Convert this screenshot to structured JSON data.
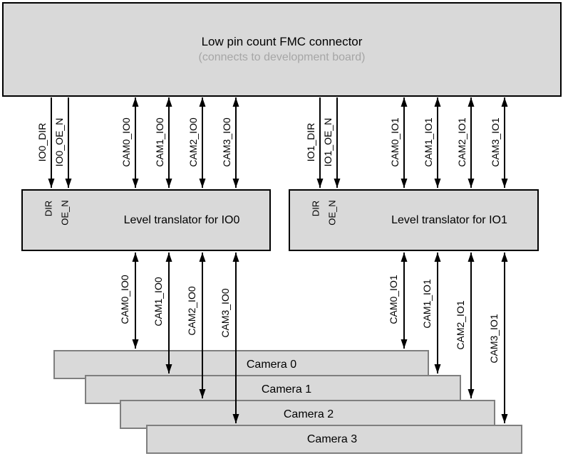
{
  "colors": {
    "box_fill": "#d9d9d9",
    "box_border": "#000000",
    "camera_border": "#7f7f7f",
    "subtitle_text": "#a6a6a6",
    "arrow": "#000000"
  },
  "fmc_connector": {
    "title": "Low pin count FMC connector",
    "subtitle": "(connects to development board)"
  },
  "translators": [
    {
      "title": "Level translator for IO0",
      "dir_pin": "DIR",
      "oe_pin": "OE_N"
    },
    {
      "title": "Level translator for IO1",
      "dir_pin": "DIR",
      "oe_pin": "OE_N"
    }
  ],
  "cameras": [
    "Camera 0",
    "Camera 1",
    "Camera 2",
    "Camera 3"
  ],
  "signals": {
    "fmc_to_io0": [
      "IO0_DIR",
      "IO0_OE_N",
      "CAM0_IO0",
      "CAM1_IO0",
      "CAM2_IO0",
      "CAM3_IO0"
    ],
    "fmc_to_io1": [
      "IO1_DIR",
      "IO1_OE_N",
      "CAM0_IO1",
      "CAM1_IO1",
      "CAM2_IO1",
      "CAM3_IO1"
    ],
    "io0_to_cameras": [
      "CAM0_IO0",
      "CAM1_IO0",
      "CAM2_IO0",
      "CAM3_IO0"
    ],
    "io1_to_cameras": [
      "CAM0_IO1",
      "CAM1_IO1",
      "CAM2_IO1",
      "CAM3_IO1"
    ]
  }
}
